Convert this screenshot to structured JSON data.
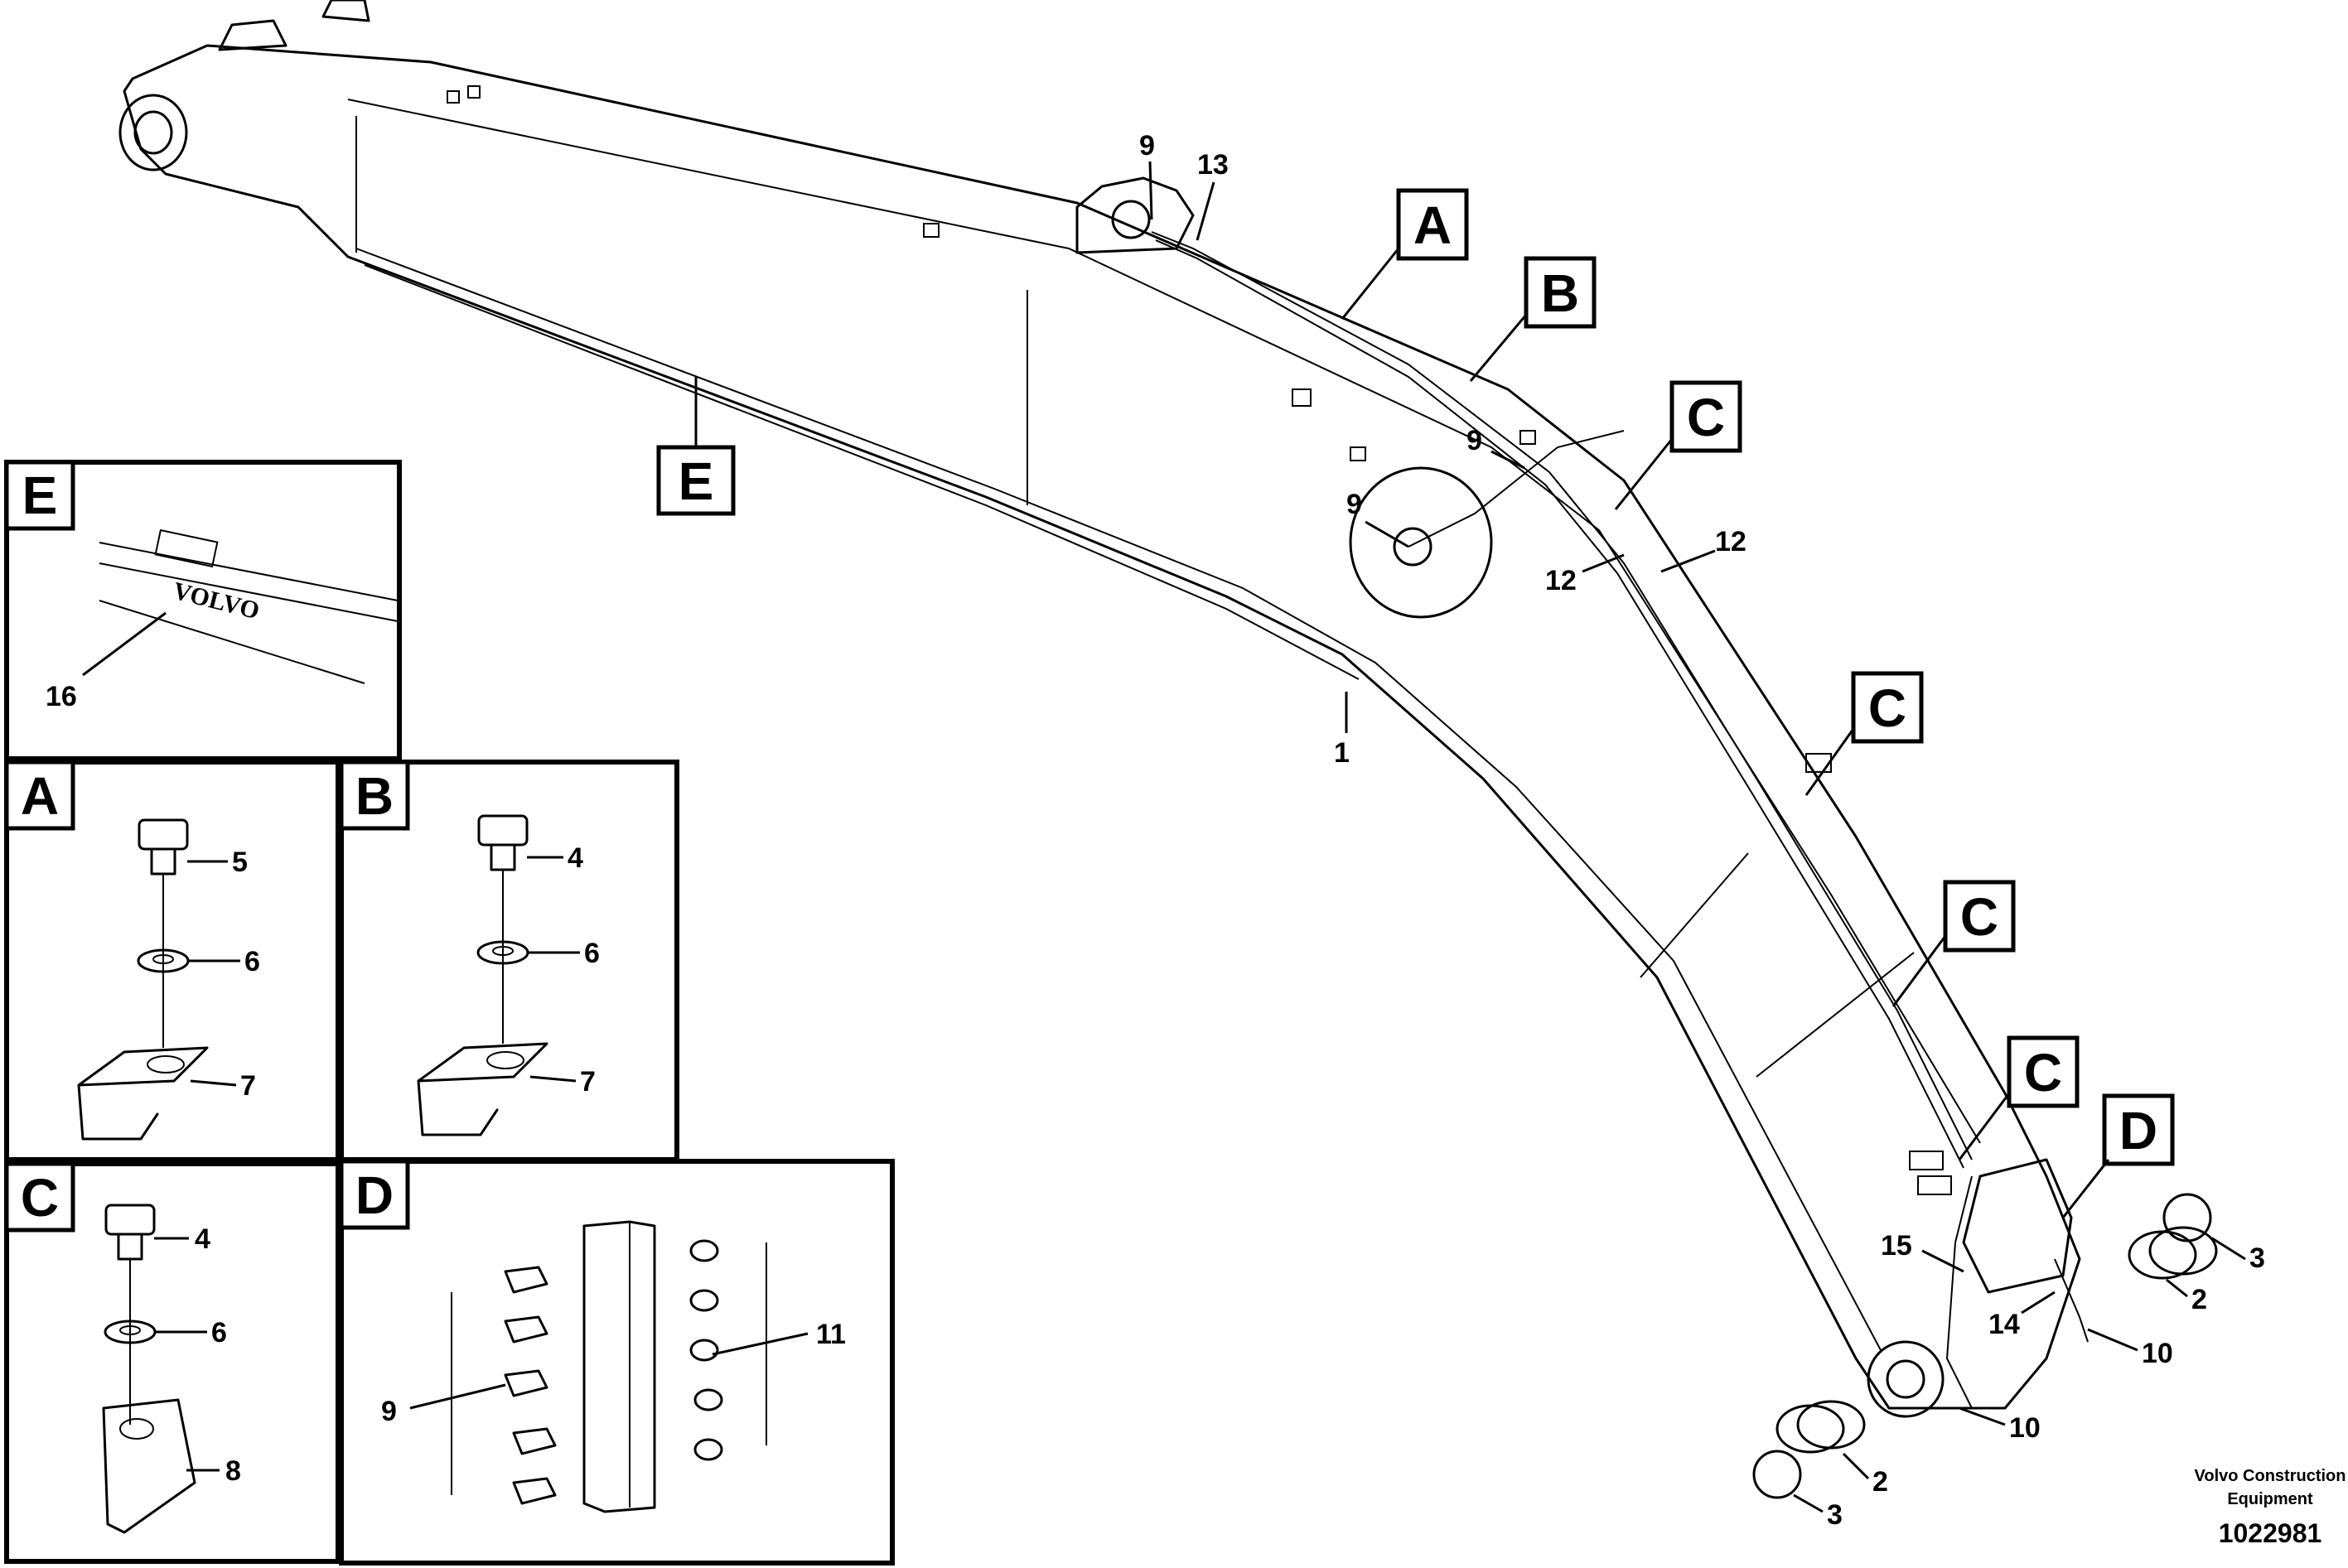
{
  "detail_tags": {
    "a": "A",
    "b": "B",
    "c": "C",
    "d": "D",
    "e": "E"
  },
  "part_numbers": {
    "p1": "1",
    "p2": "2",
    "p3": "3",
    "p4": "4",
    "p5": "5",
    "p6": "6",
    "p7": "7",
    "p8": "8",
    "p9": "9",
    "p10": "10",
    "p11": "11",
    "p12": "12",
    "p13": "13",
    "p14": "14",
    "p15": "15",
    "p16": "16"
  },
  "emblem_text": "VOLVO",
  "credit": {
    "line1": "Volvo Construction",
    "line2": "Equipment",
    "figure_id": "1022981"
  }
}
